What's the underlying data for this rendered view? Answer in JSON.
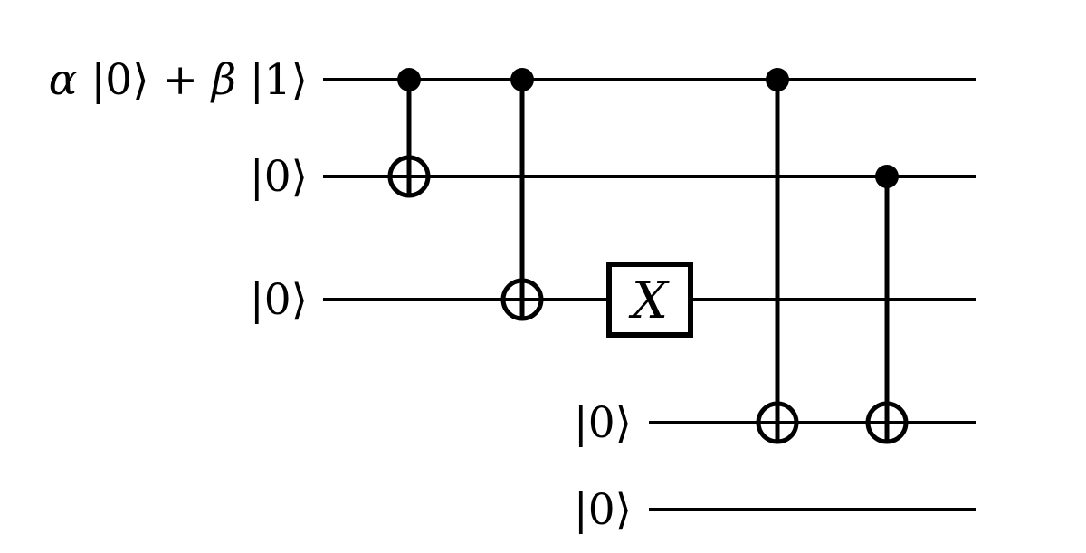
{
  "diagram": {
    "title": "quantum-circuit",
    "background_color": "#ffffff",
    "ink_color": "#000000",
    "circuit": {
      "input_label_parts": {
        "alpha": "α",
        "ket0_plus": " |0⟩ + ",
        "beta": "β",
        "ket1": " |1⟩"
      },
      "wires": [
        {
          "name": "input-qubit",
          "label": "α |0⟩ + β |1⟩"
        },
        {
          "name": "ancilla-1",
          "label": "|0⟩"
        },
        {
          "name": "ancilla-2",
          "label": "|0⟩"
        },
        {
          "name": "ancilla-3",
          "label": "|0⟩"
        },
        {
          "name": "ancilla-4",
          "label": "|0⟩"
        }
      ],
      "gates": [
        {
          "type": "cnot",
          "control_wire": 0,
          "target_wire": 1
        },
        {
          "type": "cnot",
          "control_wire": 0,
          "target_wire": 2
        },
        {
          "type": "x",
          "wire": 2,
          "label": "X"
        },
        {
          "type": "cnot",
          "control_wire": 0,
          "target_wire": 3
        },
        {
          "type": "cnot",
          "control_wire": 1,
          "target_wire": 3
        }
      ]
    }
  }
}
